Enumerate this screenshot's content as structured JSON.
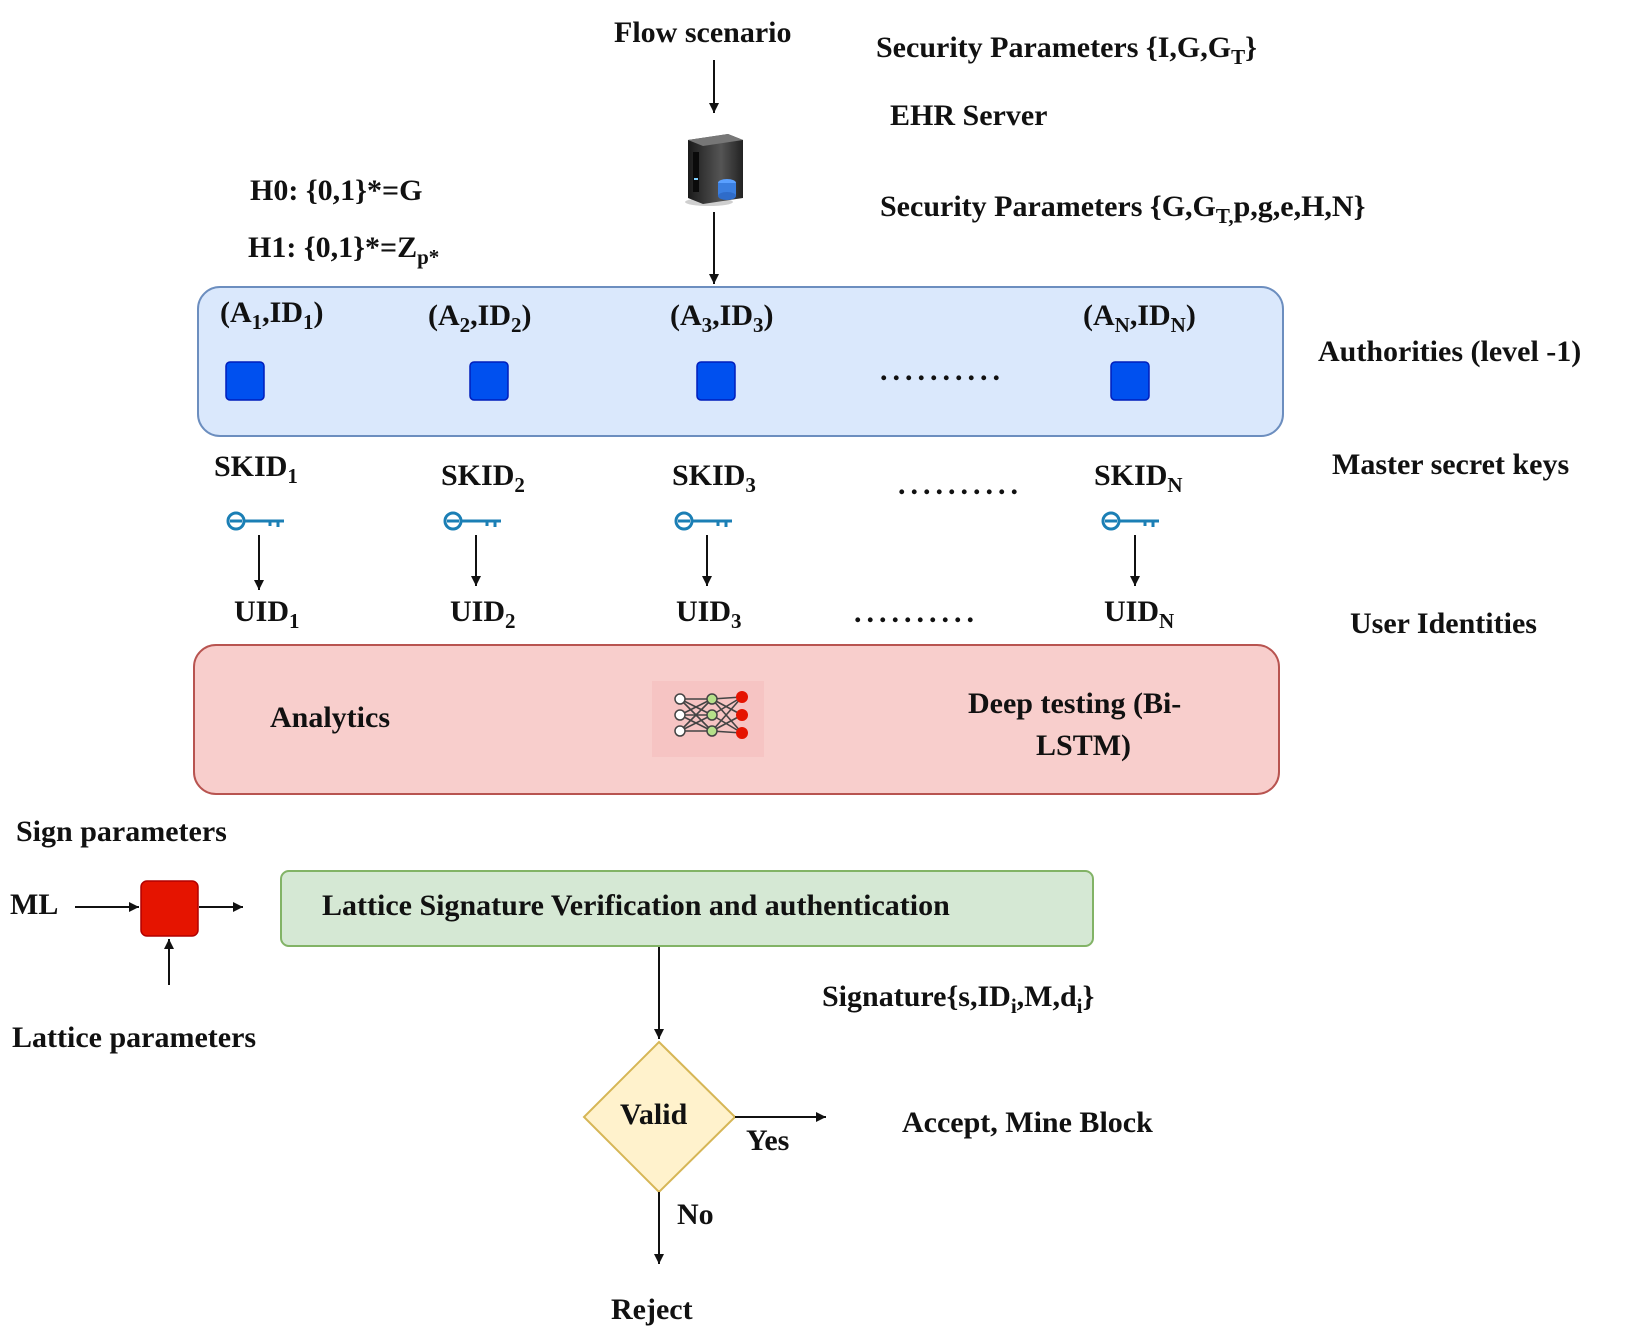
{
  "top": {
    "flow_scenario": "Flow scenario",
    "security_params_1": {
      "prefix": "Security Parameters {I,G,G",
      "sub": "T",
      "suffix": "}"
    },
    "ehr_server": "EHR Server",
    "security_params_2": {
      "prefix": "Security Parameters {G,G",
      "sub": "T,",
      "suffix": "p,g,e,H,N}"
    },
    "h0": "H0: {0,1}*=G",
    "h1": {
      "prefix": "H1: {0,1}*=Z",
      "sub": "p*"
    },
    "server_icon": "server-icon"
  },
  "authorities": {
    "label": "Authorities (level -1)",
    "items": [
      {
        "base": "(A",
        "sub": "1",
        "mid": ",ID",
        "sub2": "1",
        "end": ")"
      },
      {
        "base": "(A",
        "sub": "2",
        "mid": ",ID",
        "sub2": "2",
        "end": ")"
      },
      {
        "base": "(A",
        "sub": "3",
        "mid": ",ID",
        "sub2": "3",
        "end": ")"
      },
      {
        "base": "(A",
        "sub": "N",
        "mid": ",ID",
        "sub2": "N",
        "end": ")"
      }
    ],
    "ellipsis": "..........",
    "box_color": "#dae8fc",
    "box_border": "#6c8ebf",
    "node_color": "#0050ef"
  },
  "keys": {
    "label": "Master secret keys",
    "items": [
      {
        "base": "SKID",
        "sub": "1"
      },
      {
        "base": "SKID",
        "sub": "2"
      },
      {
        "base": "SKID",
        "sub": "3"
      },
      {
        "base": "SKID",
        "sub": "N"
      }
    ],
    "ellipsis": "..........",
    "icon": "key-icon"
  },
  "users": {
    "label": "User Identities",
    "items": [
      {
        "base": "UID",
        "sub": "1"
      },
      {
        "base": "UID",
        "sub": "2"
      },
      {
        "base": "UID",
        "sub": "3"
      },
      {
        "base": "UID",
        "sub": "N"
      }
    ],
    "ellipsis": ".........."
  },
  "analytics": {
    "left_label": "Analytics",
    "right_label_line1": "Deep testing (Bi-",
    "right_label_line2": "LSTM)",
    "box_color": "#f8cecc",
    "box_border": "#b85450",
    "icon": "neural-network-icon"
  },
  "signing": {
    "sign_parameters": "Sign parameters",
    "ml": "ML",
    "lattice_parameters": "Lattice parameters",
    "block_color": "#e51400",
    "verification_label": "Lattice Signature Verification and authentication",
    "verification_color": "#d5e8d4",
    "verification_border": "#82b366",
    "signature": {
      "p1": "Signature{s,ID",
      "sub1": "i",
      "p2": ",M,d",
      "sub2": "i",
      "p3": "}"
    }
  },
  "decision": {
    "label": "Valid",
    "yes": "Yes",
    "no": "No",
    "accept": "Accept, Mine Block",
    "reject": "Reject",
    "fill": "#fff2cc",
    "border": "#d6b656"
  }
}
